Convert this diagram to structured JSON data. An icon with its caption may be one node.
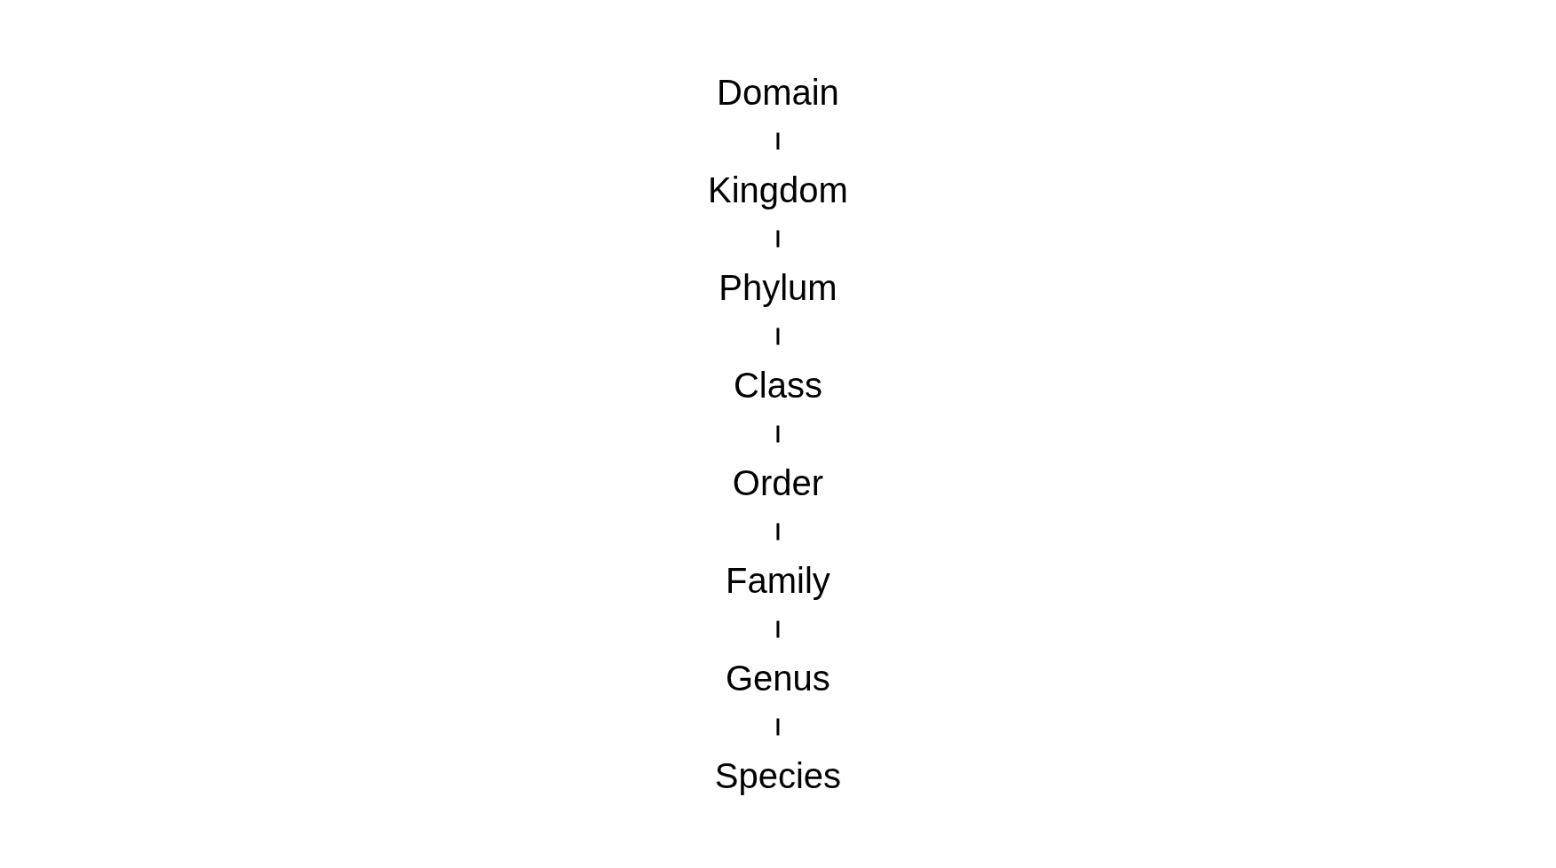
{
  "diagram": {
    "nodes": [
      {
        "text": [
          "Domain"
        ]
      },
      {
        "text": [
          "Kingdom"
        ]
      },
      {
        "text": [
          "Phylum"
        ]
      },
      {
        "text": [
          "Class"
        ]
      },
      {
        "text": [
          "Order"
        ]
      },
      {
        "text": [
          "Family"
        ]
      },
      {
        "text": [
          "Genus"
        ]
      },
      {
        "text": [
          "Species"
        ]
      }
    ],
    "edges": [
      {
        "from": 0,
        "to": 1,
        "arrow": "none"
      },
      {
        "from": 1,
        "to": 2,
        "arrow": "none"
      },
      {
        "from": 2,
        "to": 3,
        "arrow": "none"
      },
      {
        "from": 3,
        "to": 4,
        "arrow": "none"
      },
      {
        "from": 4,
        "to": 5,
        "arrow": "none"
      },
      {
        "from": 5,
        "to": 6,
        "arrow": "none"
      },
      {
        "from": 6,
        "to": 7,
        "arrow": "none"
      }
    ]
  }
}
